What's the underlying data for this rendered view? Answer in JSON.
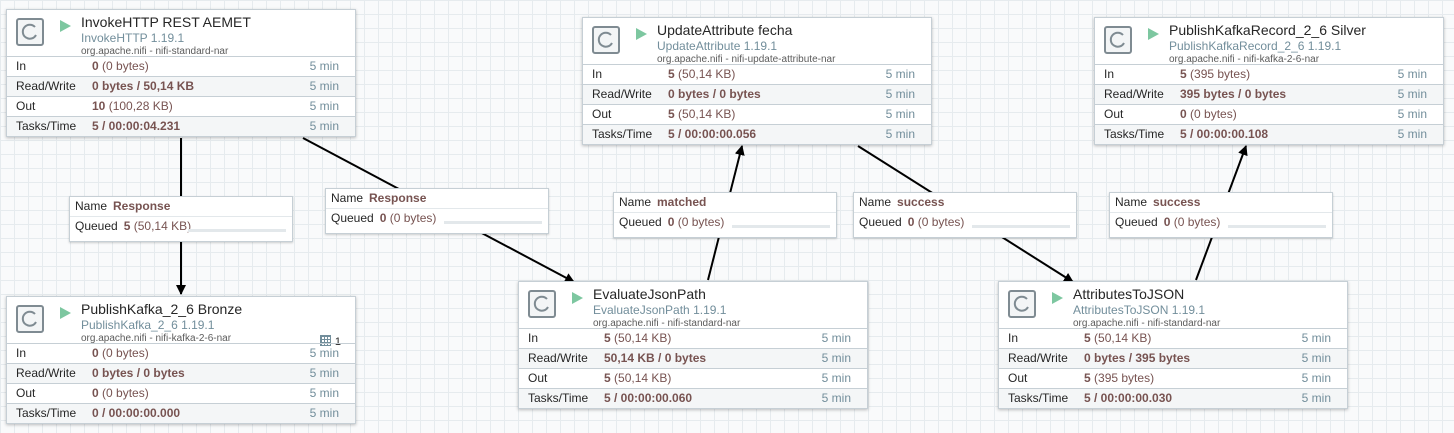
{
  "processors": [
    {
      "id": "invokehttp",
      "name": "InvokeHTTP REST AEMET",
      "type": "InvokeHTTP 1.19.1",
      "bundle": "org.apache.nifi - nifi-standard-nar",
      "stats": {
        "in": {
          "label": "In",
          "value": "0",
          "extra": "(0 bytes)",
          "time": "5 min"
        },
        "rw": {
          "label": "Read/Write",
          "value": "0 bytes / 50,14 KB",
          "extra": "",
          "time": "5 min"
        },
        "out": {
          "label": "Out",
          "value": "10",
          "extra": "(100,28 KB)",
          "time": "5 min"
        },
        "tasks": {
          "label": "Tasks/Time",
          "value": "5 / 00:00:04.231",
          "extra": "",
          "time": "5 min"
        }
      }
    },
    {
      "id": "publishbronze",
      "name": "PublishKafka_2_6 Bronze",
      "type": "PublishKafka_2_6 1.19.1",
      "bundle": "org.apache.nifi - nifi-kafka-2-6-nar",
      "active_threads": "1",
      "stats": {
        "in": {
          "label": "In",
          "value": "0",
          "extra": "(0 bytes)",
          "time": "5 min"
        },
        "rw": {
          "label": "Read/Write",
          "value": "0 bytes / 0 bytes",
          "extra": "",
          "time": "5 min"
        },
        "out": {
          "label": "Out",
          "value": "0",
          "extra": "(0 bytes)",
          "time": "5 min"
        },
        "tasks": {
          "label": "Tasks/Time",
          "value": "0 / 00:00:00.000",
          "extra": "",
          "time": "5 min"
        }
      }
    },
    {
      "id": "updateattr",
      "name": "UpdateAttribute fecha",
      "type": "UpdateAttribute 1.19.1",
      "bundle": "org.apache.nifi - nifi-update-attribute-nar",
      "stats": {
        "in": {
          "label": "In",
          "value": "5",
          "extra": "(50,14 KB)",
          "time": "5 min"
        },
        "rw": {
          "label": "Read/Write",
          "value": "0 bytes / 0 bytes",
          "extra": "",
          "time": "5 min"
        },
        "out": {
          "label": "Out",
          "value": "5",
          "extra": "(50,14 KB)",
          "time": "5 min"
        },
        "tasks": {
          "label": "Tasks/Time",
          "value": "5 / 00:00:00.056",
          "extra": "",
          "time": "5 min"
        }
      }
    },
    {
      "id": "evaljson",
      "name": "EvaluateJsonPath",
      "type": "EvaluateJsonPath 1.19.1",
      "bundle": "org.apache.nifi - nifi-standard-nar",
      "stats": {
        "in": {
          "label": "In",
          "value": "5",
          "extra": "(50,14 KB)",
          "time": "5 min"
        },
        "rw": {
          "label": "Read/Write",
          "value": "50,14 KB / 0 bytes",
          "extra": "",
          "time": "5 min"
        },
        "out": {
          "label": "Out",
          "value": "5",
          "extra": "(50,14 KB)",
          "time": "5 min"
        },
        "tasks": {
          "label": "Tasks/Time",
          "value": "5 / 00:00:00.060",
          "extra": "",
          "time": "5 min"
        }
      }
    },
    {
      "id": "publishsilver",
      "name": "PublishKafkaRecord_2_6 Silver",
      "type": "PublishKafkaRecord_2_6 1.19.1",
      "bundle": "org.apache.nifi - nifi-kafka-2-6-nar",
      "stats": {
        "in": {
          "label": "In",
          "value": "5",
          "extra": "(395 bytes)",
          "time": "5 min"
        },
        "rw": {
          "label": "Read/Write",
          "value": "395 bytes / 0 bytes",
          "extra": "",
          "time": "5 min"
        },
        "out": {
          "label": "Out",
          "value": "0",
          "extra": "(0 bytes)",
          "time": "5 min"
        },
        "tasks": {
          "label": "Tasks/Time",
          "value": "5 / 00:00:00.108",
          "extra": "",
          "time": "5 min"
        }
      }
    },
    {
      "id": "attrjson",
      "name": "AttributesToJSON",
      "type": "AttributesToJSON 1.19.1",
      "bundle": "org.apache.nifi - nifi-standard-nar",
      "stats": {
        "in": {
          "label": "In",
          "value": "5",
          "extra": "(50,14 KB)",
          "time": "5 min"
        },
        "rw": {
          "label": "Read/Write",
          "value": "0 bytes / 395 bytes",
          "extra": "",
          "time": "5 min"
        },
        "out": {
          "label": "Out",
          "value": "5",
          "extra": "(395 bytes)",
          "time": "5 min"
        },
        "tasks": {
          "label": "Tasks/Time",
          "value": "5 / 00:00:00.030",
          "extra": "",
          "time": "5 min"
        }
      }
    }
  ],
  "connections": [
    {
      "id": "c1",
      "name_key": "Name",
      "name": "Response",
      "queued_key": "Queued",
      "queued_count": "5",
      "queued_size": "(50,14 KB)"
    },
    {
      "id": "c2",
      "name_key": "Name",
      "name": "Response",
      "queued_key": "Queued",
      "queued_count": "0",
      "queued_size": "(0 bytes)"
    },
    {
      "id": "c3",
      "name_key": "Name",
      "name": "matched",
      "queued_key": "Queued",
      "queued_count": "0",
      "queued_size": "(0 bytes)"
    },
    {
      "id": "c4",
      "name_key": "Name",
      "name": "success",
      "queued_key": "Queued",
      "queued_count": "0",
      "queued_size": "(0 bytes)"
    },
    {
      "id": "c5",
      "name_key": "Name",
      "name": "success",
      "queued_key": "Queued",
      "queued_count": "0",
      "queued_size": "(0 bytes)"
    }
  ]
}
